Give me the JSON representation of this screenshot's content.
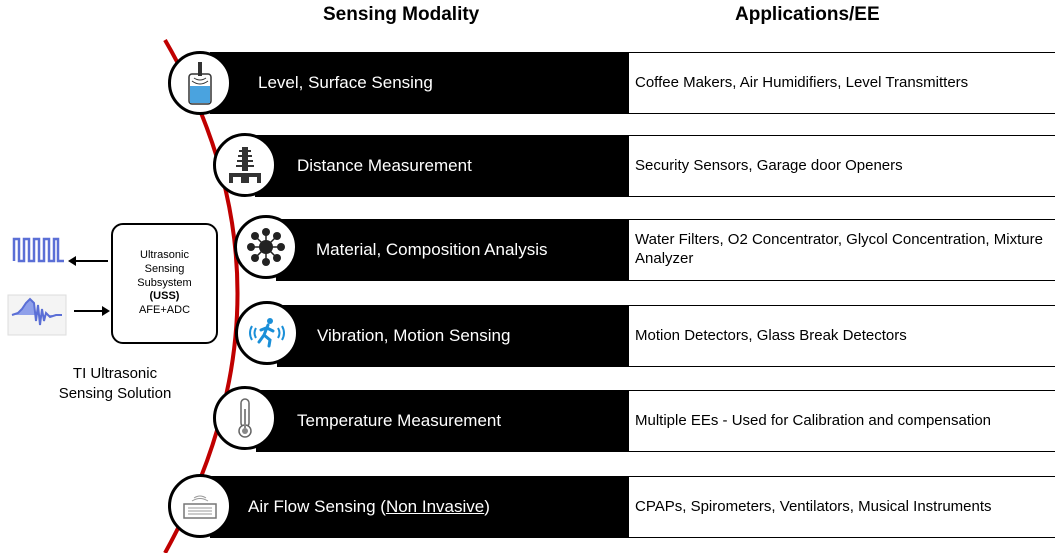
{
  "headers": {
    "modality": "Sensing Modality",
    "applications": "Applications/EE"
  },
  "rows": [
    {
      "modality": "Level, Surface Sensing",
      "applications": "Coffee Makers, Air Humidifiers, Level Transmitters",
      "icon": "tank-level-icon"
    },
    {
      "modality": "Distance Measurement",
      "applications": "Security Sensors,  Garage door Openers",
      "icon": "distance-icon"
    },
    {
      "modality": "Material, Composition Analysis",
      "applications": "Water Filters, O2 Concentrator, Glycol Concentration, Mixture Analyzer",
      "icon": "molecule-icon"
    },
    {
      "modality": "Vibration, Motion Sensing",
      "applications": "Motion Detectors, Glass Break Detectors",
      "icon": "running-person-icon"
    },
    {
      "modality": "Temperature Measurement",
      "applications": "Multiple EEs - Used for Calibration and compensation",
      "icon": "thermometer-icon"
    },
    {
      "modality_prefix": "Air Flow Sensing (",
      "modality_underlined": "Non Invasive",
      "modality_suffix": ")",
      "applications": "CPAPs, Spirometers, Ventilators, Musical Instruments",
      "icon": "airflow-pipe-icon"
    }
  ],
  "uss_block": {
    "line1": "Ultrasonic",
    "line2": "Sensing",
    "line3": "Subsystem",
    "line4": "(USS)",
    "line5": "AFE+ADC"
  },
  "solution_label": {
    "line1": "TI Ultrasonic",
    "line2": "Sensing Solution"
  },
  "colors": {
    "arc": "#c00000",
    "bar": "#000000",
    "signal": "#5b6fd6"
  }
}
